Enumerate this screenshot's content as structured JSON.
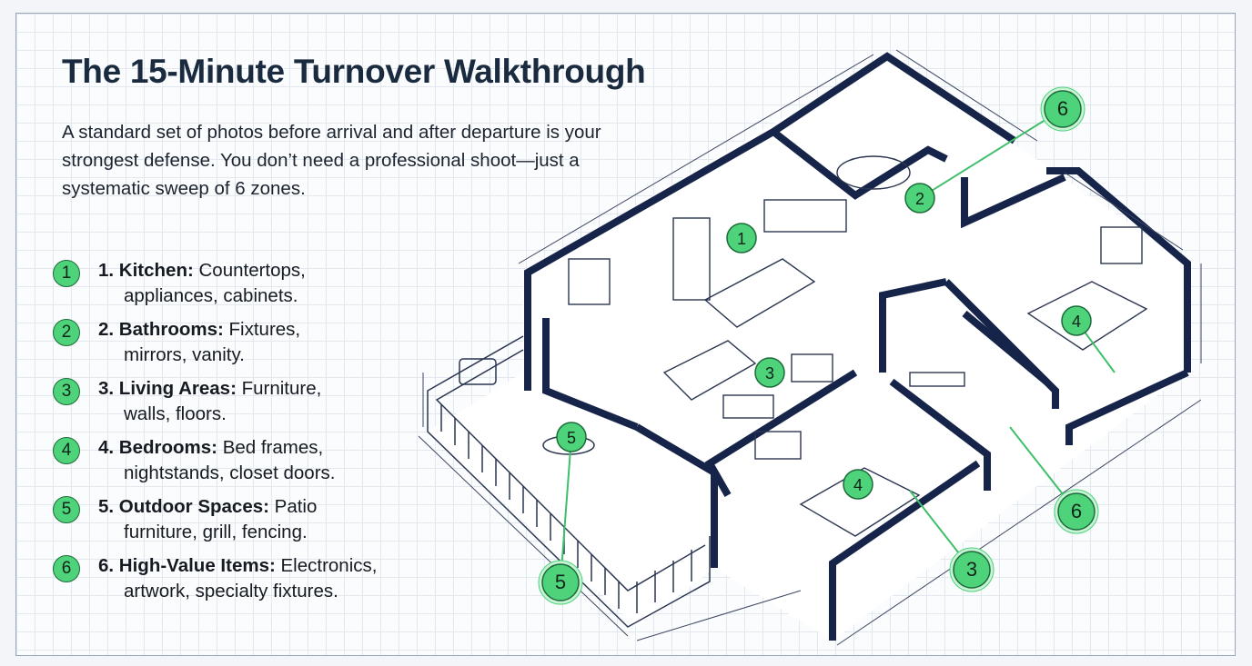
{
  "title": "The 15-Minute Turnover Walkthrough",
  "intro": "A standard set of photos before arrival and after departure is your strongest defense. You don’t need a professional shoot—just a systematic sweep of 6 zones.",
  "zones": [
    {
      "badge": "1",
      "label": "1. Kitchen:",
      "line1": " Countertops,",
      "line2": "appliances, cabinets."
    },
    {
      "badge": "2",
      "label": "2. Bathrooms:",
      "line1": " Fixtures,",
      "line2": "mirrors, vanity."
    },
    {
      "badge": "3",
      "label": "3. Living Areas:",
      "line1": " Furniture,",
      "line2": "walls, floors."
    },
    {
      "badge": "4",
      "label": "4. Bedrooms:",
      "line1": " Bed frames,",
      "line2": "nightstands, closet doors."
    },
    {
      "badge": "5",
      "label": "5. Outdoor Spaces:",
      "line1": " Patio",
      "line2": "furniture, grill, fencing."
    },
    {
      "badge": "6",
      "label": "6. High-Value Items:",
      "line1": " Electronics,",
      "line2": "artwork, specialty fixtures."
    }
  ],
  "plan_markers": [
    "1",
    "2",
    "3",
    "4",
    "4",
    "5",
    "6",
    "6",
    "3",
    "5"
  ],
  "colors": {
    "accent_green": "#4ed37a",
    "wall_navy": "#16244a",
    "title": "#1a2b40"
  }
}
